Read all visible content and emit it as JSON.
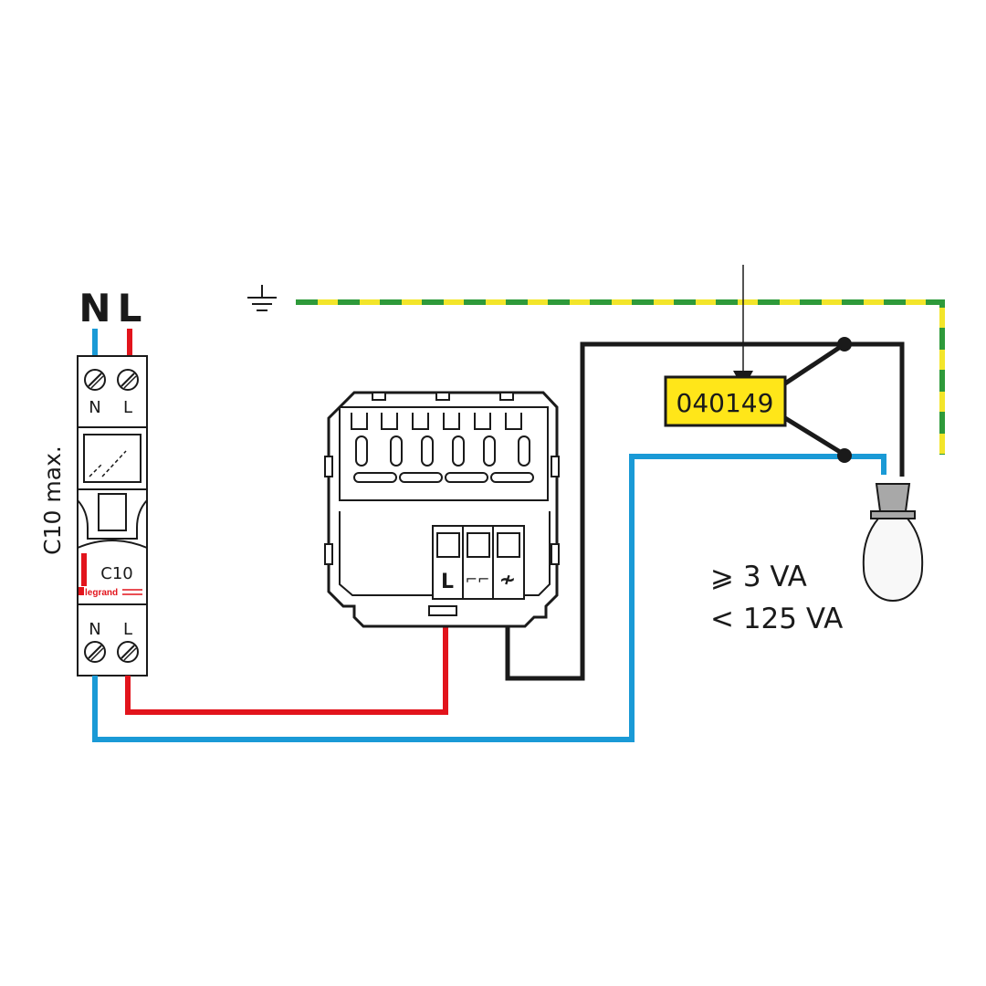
{
  "supply": {
    "neutral": "N",
    "line": "L"
  },
  "breaker": {
    "top_terminals": [
      "N",
      "L"
    ],
    "bottom_terminals": [
      "N",
      "L"
    ],
    "rating": "C10",
    "brand": "legrand",
    "side_label": "C10 max."
  },
  "dimmer": {
    "terminal_line": "L",
    "terminal_output_a": "⌐⌐",
    "terminal_output_b": "≁"
  },
  "accessory": {
    "reference": "040149"
  },
  "load": {
    "min_power": "⩾ 3 VA",
    "max_power": "< 125 VA"
  },
  "colors": {
    "neutral": "#1a9ad6",
    "line": "#e2141c",
    "switched": "#1a1a1a",
    "earth_green": "#2e9a3a",
    "earth_yellow": "#f3e52a",
    "accessory_fill": "#ffe619"
  }
}
